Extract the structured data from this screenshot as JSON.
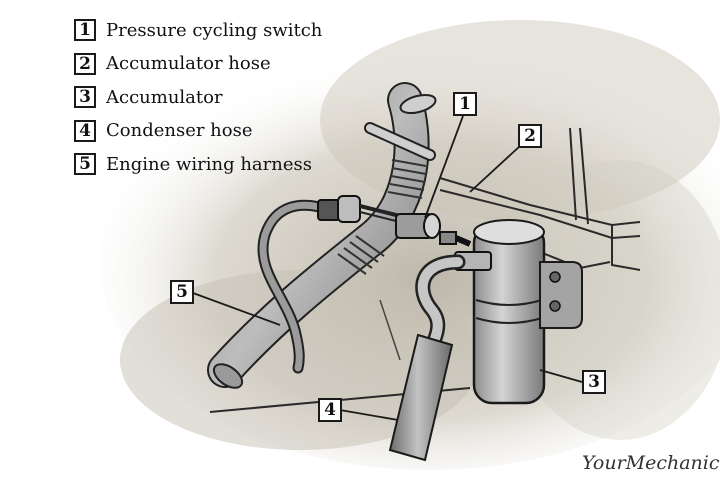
{
  "legend": [
    {
      "number": "1",
      "label": "Pressure cycling switch"
    },
    {
      "number": "2",
      "label": "Accumulator hose"
    },
    {
      "number": "3",
      "label": "Accumulator"
    },
    {
      "number": "4",
      "label": "Condenser hose"
    },
    {
      "number": "5",
      "label": "Engine wiring harness"
    }
  ],
  "callouts": [
    "1",
    "2",
    "3",
    "4",
    "5"
  ],
  "watermark": "YourMechanic"
}
